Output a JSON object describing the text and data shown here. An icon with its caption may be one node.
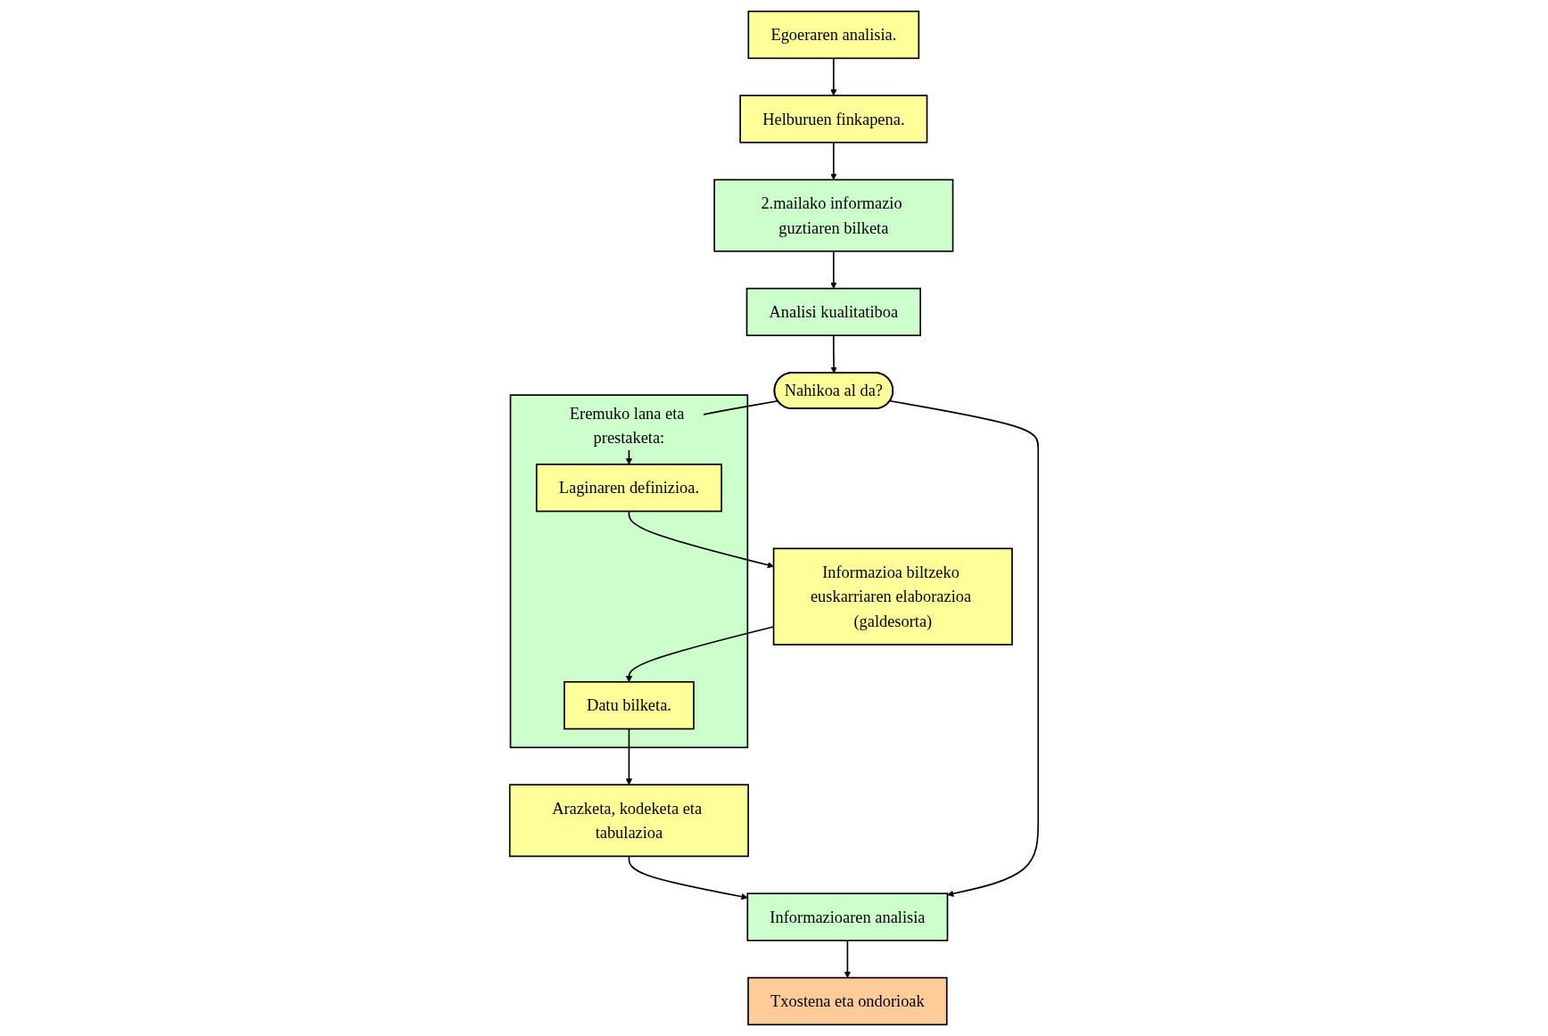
{
  "diagram": {
    "nodes": [
      {
        "text": [
          "Egoeraren analisia."
        ]
      },
      {
        "text": [
          "Helburuen finkapena."
        ]
      },
      {
        "text": [
          "2.mailako informazio guztiaren bilketa"
        ]
      },
      {
        "text": [
          "Eremuko lana eta prestaketa:"
        ]
      },
      {
        "text": [
          "Analisi kualitatiboa"
        ]
      },
      {
        "text": [
          "Laginaren definizioa."
        ],
        "in": 3
      },
      {
        "text": [
          "Nahikoa al da?"
        ]
      },
      {
        "text": [
          "Informazioa biltzeko euskarriaren elaborazioa (galdesorta)"
        ]
      },
      {
        "text": [
          "Datu bilketa."
        ],
        "in": 3
      },
      {
        "text": [
          "Arazketa, kodeketa eta tabulazioa"
        ]
      },
      {
        "text": [
          "Informazioaren analisia"
        ]
      },
      {
        "text": [
          "Txostena eta ondorioak"
        ]
      }
    ],
    "edges": [
      {
        "from": 0,
        "to": 1,
        "arrow": "to"
      },
      {
        "from": 1,
        "to": 2,
        "arrow": "to"
      },
      {
        "from": 2,
        "to": 4,
        "arrow": "to"
      },
      {
        "from": 4,
        "to": 6,
        "arrow": "to"
      },
      {
        "from": 6,
        "to": 5,
        "arrow": "to"
      },
      {
        "from": 5,
        "to": 7,
        "arrow": "to"
      },
      {
        "from": 7,
        "to": 8,
        "arrow": "to"
      },
      {
        "from": 8,
        "to": 9,
        "arrow": "to"
      },
      {
        "from": 9,
        "to": 10,
        "arrow": "to"
      },
      {
        "from": 6,
        "to": 10,
        "arrow": "to"
      },
      {
        "from": 10,
        "to": 11,
        "arrow": "to"
      }
    ]
  }
}
